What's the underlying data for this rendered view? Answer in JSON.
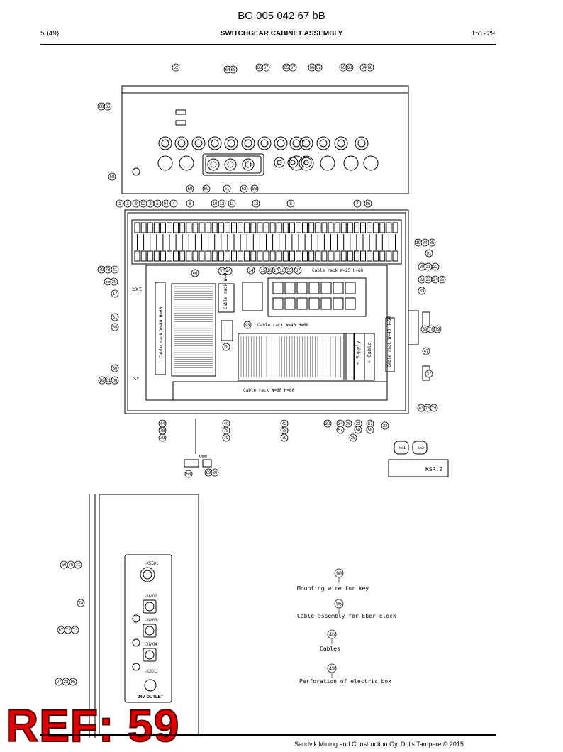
{
  "header": {
    "doc_code": "BG 005 042 67 bB",
    "page": "5 (49)",
    "title": "SWITCHGEAR CABINET ASSEMBLY",
    "date": "151229"
  },
  "callouts": {
    "top_panel": [
      "52",
      "64",
      "68",
      "66",
      "67",
      "65",
      "67",
      "66",
      "67",
      "65",
      "68",
      "64",
      "68",
      "68",
      "65",
      "58",
      "59",
      "60",
      "61",
      "62",
      "88"
    ],
    "top_row": [
      "1",
      "2",
      "9",
      "92",
      "3",
      "5",
      "94",
      "4",
      "6",
      "10",
      "12",
      "11",
      "13",
      "8",
      "7",
      "86"
    ],
    "right_side": [
      "19",
      "84",
      "85",
      "91",
      "20",
      "21",
      "22",
      "22",
      "23",
      "24",
      "25",
      "83",
      "39",
      "78",
      "79",
      "47",
      "37",
      "43",
      "78",
      "79"
    ],
    "left_side": [
      "79",
      "78",
      "41",
      "55",
      "29",
      "17",
      "31",
      "38",
      "30",
      "82",
      "81",
      "80"
    ],
    "inner": [
      "46",
      "37",
      "45",
      "14",
      "15",
      "16",
      "17",
      "18",
      "55",
      "37",
      "93",
      "28"
    ],
    "bottom_row": [
      "44",
      "78",
      "79",
      "40",
      "78",
      "79",
      "42",
      "78",
      "79",
      "30",
      "34",
      "36",
      "32",
      "87",
      "33",
      "57",
      "56",
      "56",
      "35"
    ],
    "xm00": [
      "53",
      "89",
      "90"
    ],
    "side_panel": [
      "69",
      "70",
      "71",
      "74",
      "67",
      "72",
      "73",
      "97",
      "22",
      "95"
    ]
  },
  "drawing_labels": {
    "rack_top": "Cable rack W=25 H=60",
    "rack_mid": "Cable rack W=40 H=60",
    "rack_bottom": "Cable rack W=60 H=60",
    "rack_left": "Cable rack W=40 H=60",
    "rack_right": "Cable rack W=40 H=60",
    "rack_small": "Cable rack W=40",
    "ext": "Ext",
    "st": "St",
    "supply": "+ Supply",
    "cable": "+ Cable",
    "ksr": "KSR.2",
    "xm00": "XM00",
    "k1": "ke1",
    "k2": "ke2"
  },
  "side_panel_labels": [
    "-X5501",
    "-XM02",
    "-XM03",
    "-XM04",
    "-X2011",
    "24V OUTLET"
  ],
  "legend": [
    {
      "num": "98",
      "text": "Mounting wire for key"
    },
    {
      "num": "96",
      "text": "Cable assembly for Eber clock"
    },
    {
      "num": "46",
      "text": "Cables"
    },
    {
      "num": "49",
      "text": "Perforation of electric box"
    }
  ],
  "ref_stamp": "REF: 59",
  "footer": "Sandvik Mining and Construction Oy, Drills Tampere © 2015"
}
